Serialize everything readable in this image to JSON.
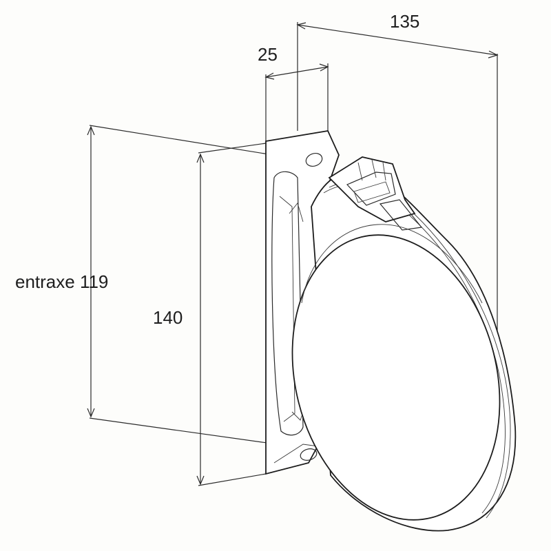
{
  "dimensions": {
    "width_label": "135",
    "depth_label": "25",
    "height_label": "140",
    "entraxe_label": "entraxe 119"
  },
  "product": {
    "icon": "strap-winder-box-icon"
  }
}
